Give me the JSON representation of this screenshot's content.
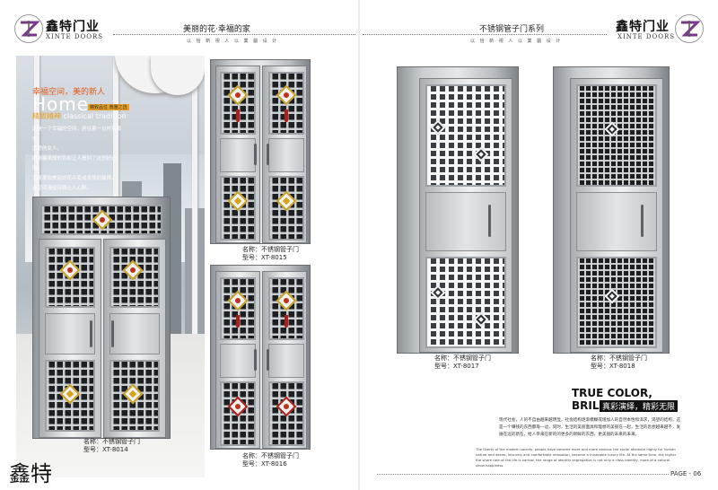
{
  "left_page": {
    "brand_cn": "鑫特门业",
    "brand_en": "XINTE DOORS",
    "header_title": "美丽的花·幸福的家",
    "header_sub": "以 恰 新 視 人   以 業 戲 设 计",
    "photo_tagline_cn": "幸福空间，美的新人",
    "photo_home": "Home",
    "photo_tag_small": "精致品位 典雅之选",
    "photo_classic_cn": "精致精神",
    "photo_classic_en": "classical tradition",
    "photo_body": [
      "这是一个幸福的空间，居住着一位时刻都在",
      "恋爱的女人，",
      "她用糖果般的色彩让人看到了这份好心情，",
      "又将柔软美丽的花卉变成多情的装饰，",
      "让空间漫溢待嫁让人心醉。"
    ],
    "products": [
      {
        "name_label": "名称：不锈钢管子门",
        "model_label": "型号：XT-8014"
      },
      {
        "name_label": "名称：不锈钢管子门",
        "model_label": "型号：XT-8015"
      },
      {
        "name_label": "名称：不锈钢管子门",
        "model_label": "型号：XT-8016"
      }
    ],
    "signature": "鑫特"
  },
  "right_page": {
    "brand_cn": "鑫特门业",
    "brand_en": "XINTE DOORS",
    "header_title": "不锈钢管子门系列",
    "header_sub": "以 恰 新 視 人   以 業 戲 设 计",
    "products": [
      {
        "name_label": "名称：不锈钢管子门",
        "model_label": "型号：XT-8017"
      },
      {
        "name_label": "名称：不锈钢管子门",
        "model_label": "型号：XT-8018"
      }
    ],
    "true_color": "TRUE COLOR, BRILLIANT",
    "slogan": "真彩演绎，精彩无限",
    "paragraph_cn": "现代社会，人的不自由越来越明显，社会结构逐渐模糊或增加人的自然本性和渴求，渴望的结构，这是一个赚钱的东西都靠一边，同时，生活的美丽面具和理想的美丽在一起，生活的思想越来越不，发展在远的新在，给人带来在新的的更多的新鲜的东西，更美丽的未来的未来。",
    "paragraph_en": "The liberty of the modern society, people have become more and more obvious the social attribute highly for human nature and desire, leisurely and comfortable relaxation, become a miserable luxury life. At the same time, the higher the share rate of the life is narrow, the range of identity segregation is not only a class identity, more of a natural show happiness.",
    "page_number": "PAGE - 06"
  },
  "colors": {
    "accent_orange": "#e05a1e",
    "accent_gold": "#e8a020",
    "ornament_red": "#c0301c"
  }
}
